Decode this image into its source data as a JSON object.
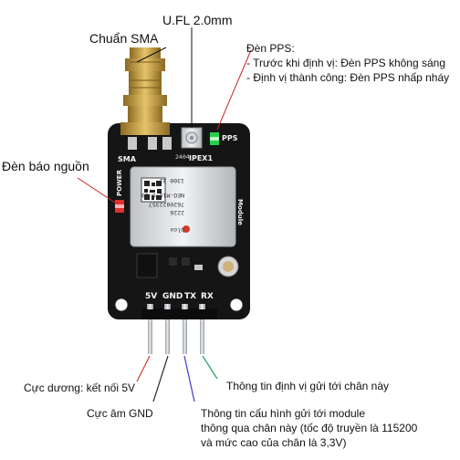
{
  "labels": {
    "ufl": "U.FL 2.0mm",
    "sma": "Chuẩn SMA",
    "power_led": "Đèn báo nguồn",
    "pps_title": "Đèn PPS:",
    "pps_line1": "- Trước khi định vị: Đèn PPS không sáng",
    "pps_line2": "- Định vị thành công: Đèn PPS nhấp nháy",
    "pin_5v": "Cực dương: kết nối 5V",
    "pin_gnd": "Cực âm GND",
    "pin_rx_info": "Thông tin định vị gửi tới chân này",
    "pin_tx_line1": "Thông tin cấu hình gửi tới module",
    "pin_tx_line2": "thông qua chân này (tốc độ truyền là 115200",
    "pin_tx_line3": "và mức cao của chân là 3,3V)"
  },
  "board": {
    "silk_sma": "SMA",
    "silk_ipex": "IPEX1",
    "silk_pps": "PPS",
    "silk_power": "POWER",
    "silk_module": "Module",
    "pin_5v": "5V",
    "pin_gnd": "GND",
    "pin_tx": "TX",
    "pin_rx": "RX",
    "chip_line1": "NEO-M10-0-10",
    "chip_line2": "7620022357",
    "chip_line3": "2226",
    "chip_line4": "1300   32",
    "chip_brand": "blox",
    "ipex_code": "2404"
  },
  "colors": {
    "board": "#141414",
    "pin_gold": "#c8b46a",
    "arrow_5v": "#d23a2a",
    "arrow_gnd": "#222222",
    "arrow_tx": "#3b3bd0",
    "arrow_rx": "#1fa35a",
    "pps_led": "#23d14a",
    "power_led": "#e03030"
  }
}
